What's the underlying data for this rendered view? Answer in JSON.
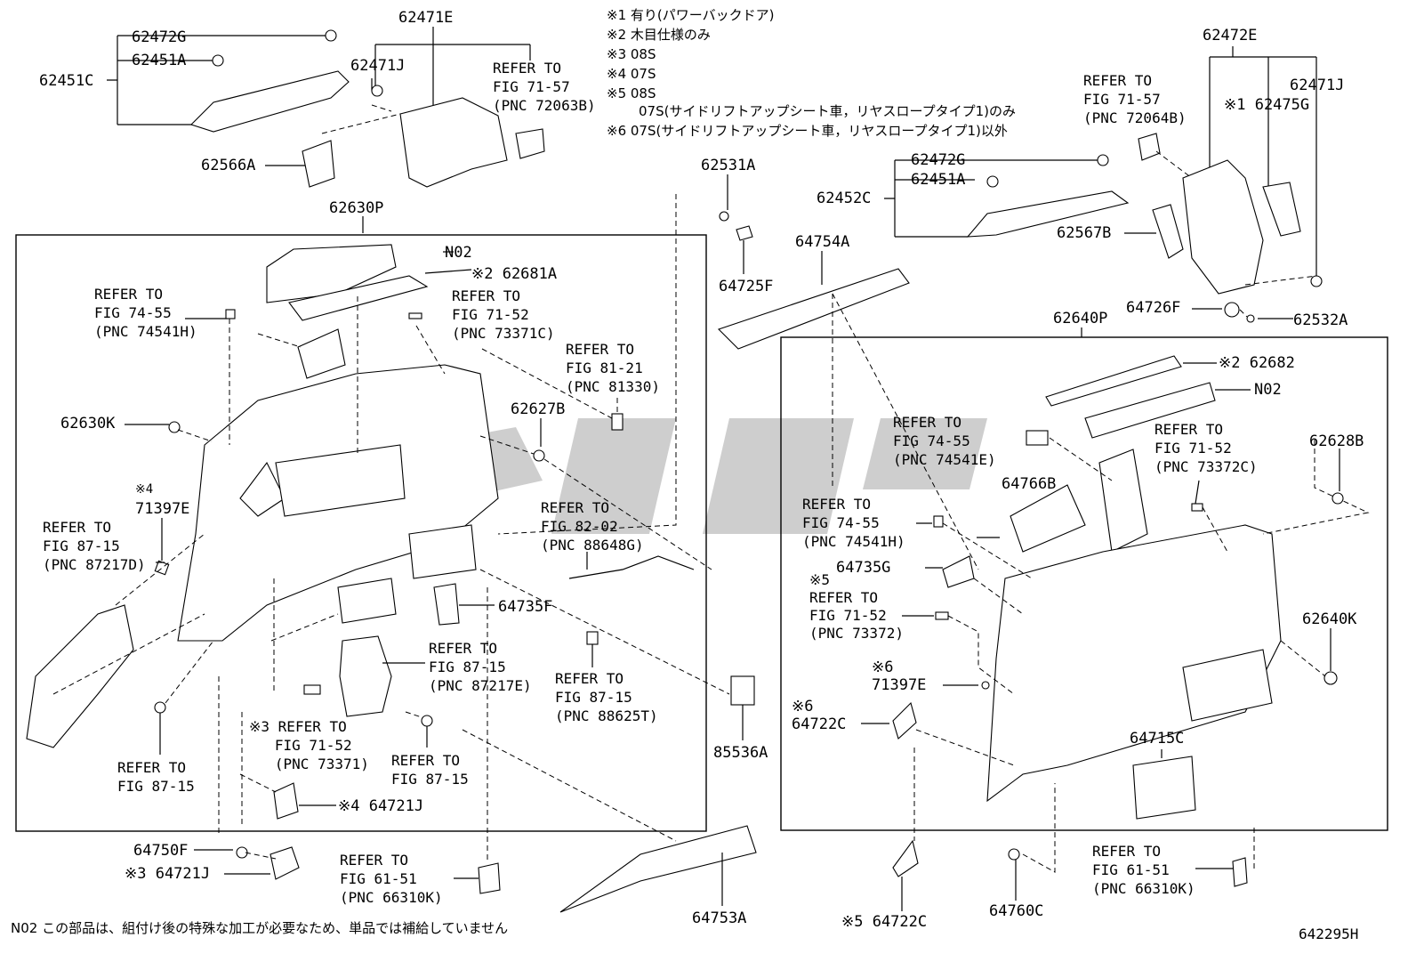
{
  "notes": [
    "※1 有り(パワーバックドア)",
    "※2 木目仕様のみ",
    "※3 08S",
    "※4 07S",
    "※5 08S",
    "07S(サイドリフトアップシート車，リヤスロープタイプ1)のみ",
    "※6 07S(サイドリフトアップシート車，リヤスロープタイプ1)以外"
  ],
  "labels": {
    "p62472G_top": "62472G",
    "p62451A_top": "62451A",
    "p62451C": "62451C",
    "p62471E": "62471E",
    "p62471J_left": "62471J",
    "p62566A": "62566A",
    "p62630P": "62630P",
    "pN02_left": "N02",
    "p62681A": "※2 62681A",
    "p62630K": "62630K",
    "p71397E_left_mark": "※4",
    "p71397E_left": "71397E",
    "p62627B": "62627B",
    "p64735F": "64735F",
    "p64721J_in": "※4 64721J",
    "p64750F": "64750F",
    "p64721J_out": "※3 64721J",
    "p64753A": "64753A",
    "p85536A": "85536A",
    "p62531A": "62531A",
    "p64725F": "64725F",
    "p64754A": "64754A",
    "p62472E": "62472E",
    "p62471J_right": "62471J",
    "p62475G": "※1 62475G",
    "p62472G_right": "62472G",
    "p62451A_right": "62451A",
    "p62452C": "62452C",
    "p62567B": "62567B",
    "p64726F": "64726F",
    "p62532A": "62532A",
    "p62640P": "62640P",
    "p62682": "※2 62682",
    "pN02_right": "N02",
    "p62628B": "62628B",
    "p64766B": "64766B",
    "p64735G": "64735G",
    "p71397E_right": "※6 71397E",
    "p64722C_in": "※6 64722C",
    "p62640K": "62640K",
    "p64715C": "64715C",
    "p64722C_out": "※5 64722C",
    "p64760C": "64760C"
  },
  "refs": {
    "r_71_57_72063B": "REFER TO\nFIG 71-57\n(PNC 72063B)",
    "r_74_55_74541H_left": "REFER TO\nFIG 74-55\n(PNC 74541H)",
    "r_71_52_73371C": "REFER TO\nFIG 71-52\n(PNC 73371C)",
    "r_81_21_81330": "REFER TO\nFIG 81-21\n(PNC 81330)",
    "r_87_15_87217D": "REFER TO\nFIG 87-15\n(PNC 87217D)",
    "r_82_02_88648G": "REFER TO\nFIG 82-02\n(PNC 88648G)",
    "r_87_15_87217E": "REFER TO\nFIG 87-15\n(PNC 87217E)",
    "r_87_15_88625T": "REFER TO\nFIG 87-15\n(PNC 88625T)",
    "r_87_15_a": "REFER TO\nFIG 87-15",
    "r_71_52_73371": "※3 REFER TO\n   FIG 71-52\n   (PNC 73371)",
    "r_87_15_b": "REFER TO\nFIG 87-15",
    "r_61_51_66310K_left": "REFER TO\nFIG 61-51\n(PNC 66310K)",
    "r_71_57_72064B": "REFER TO\nFIG 71-57\n(PNC 72064B)",
    "r_74_55_74541E": "REFER TO\nFIG 74-55\n(PNC 74541E)",
    "r_71_52_73372C": "REFER TO\nFIG 71-52\n(PNC 73372C)",
    "r_74_55_74541H_right": "REFER TO\nFIG 74-55\n(PNC 74541H)",
    "r_71_52_73372": "※5\nREFER TO\nFIG 71-52\n(PNC 73372)",
    "r_61_51_66310K_right": "REFER TO\nFIG 61-51\n(PNC 66310K)"
  },
  "footer": "N02 この部品は、組付け後の特殊な加工が必要なため、単品では補給していません",
  "code": "642295H",
  "colors": {
    "line": "#000000",
    "watermark": "#bdbdbd",
    "background": "#ffffff"
  }
}
